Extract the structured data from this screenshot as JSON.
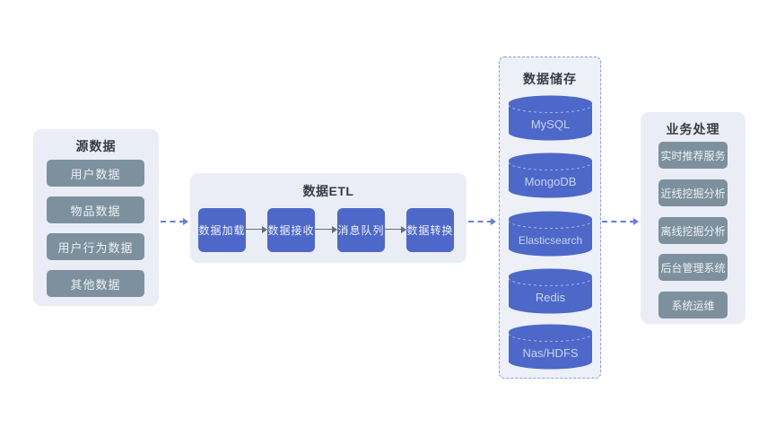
{
  "diagram": {
    "source_panel": {
      "title": "源数据",
      "items": [
        "用户数据",
        "物品数据",
        "用户行为数据",
        "其他数据"
      ]
    },
    "etl_panel": {
      "title": "数据ETL",
      "steps": [
        "数据加载",
        "数据接收",
        "消息队列",
        "数据转换"
      ]
    },
    "storage_panel": {
      "title": "数据储存",
      "stores": [
        "MySQL",
        "MongoDB",
        "Elasticsearch",
        "Redis",
        "Nas/HDFS"
      ]
    },
    "business_panel": {
      "title": "业务处理",
      "services": [
        "实时推荐服务",
        "近线挖掘分析",
        "离线挖掘分析",
        "后台管理系统",
        "系统运维"
      ]
    },
    "colors": {
      "panel_background": "#ebedf6",
      "storage_panel_background": "#eef0f8",
      "storage_panel_border": "#8b9cdb",
      "gray_node": "#7d909e",
      "blue_node": "#4d68c9",
      "dashed_arrow": "#647fd4",
      "solid_arrow": "#5f6e7e",
      "title_text": "#363c46"
    }
  }
}
